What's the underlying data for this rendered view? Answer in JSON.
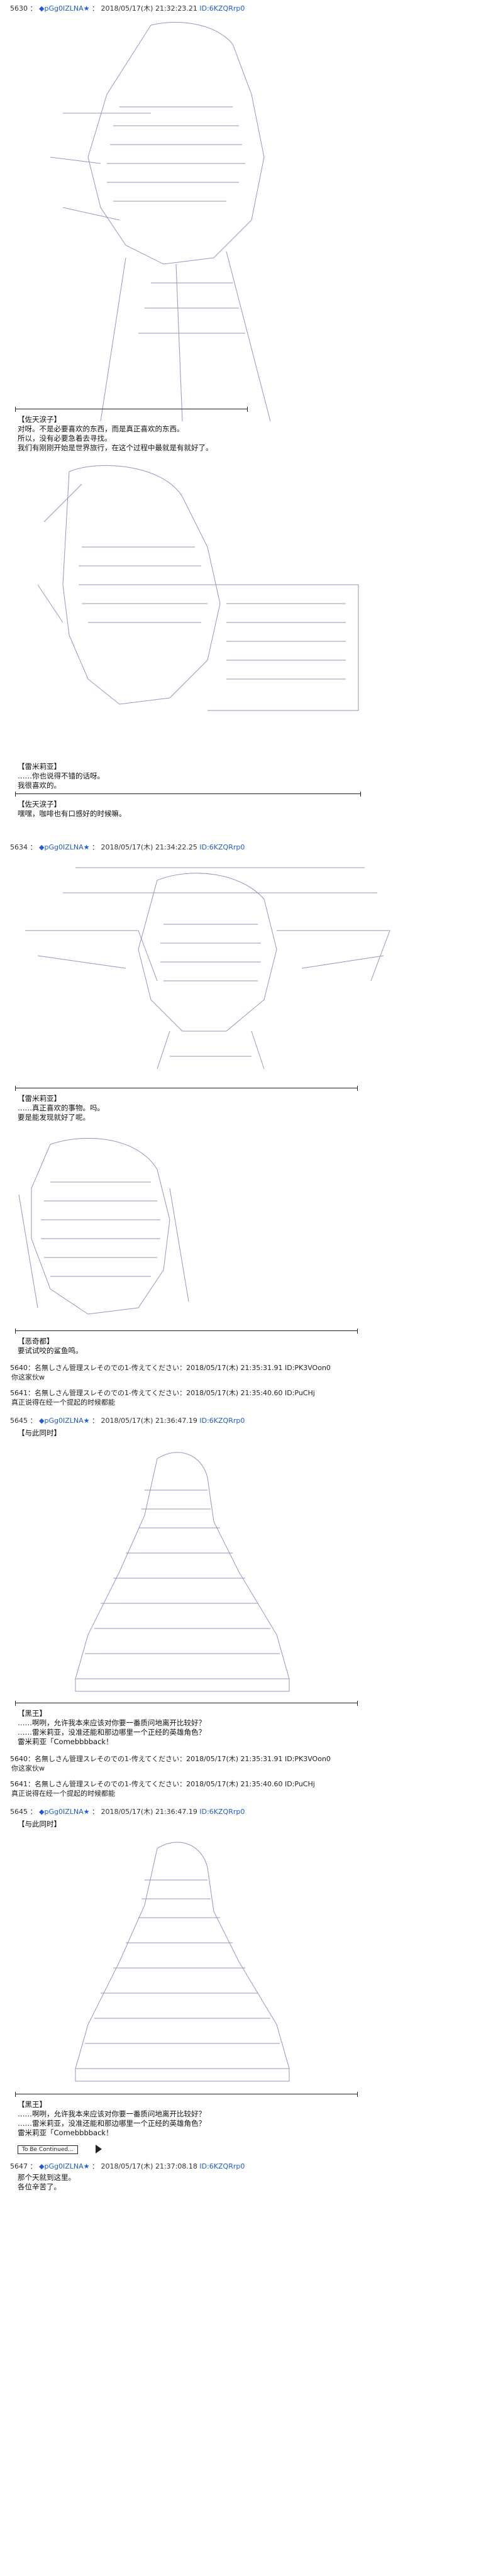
{
  "posts": [
    {
      "num": "5630",
      "name": "◆pGg0IZLNA★",
      "date": "2018/05/17(木) 21:32:23.21",
      "id": "ID:6KZQRrp0"
    },
    {
      "num": "5634",
      "name": "◆pGg0IZLNA★",
      "date": "2018/05/17(木) 21:34:22.25",
      "id": "ID:6KZQRrp0"
    },
    {
      "num": "5645",
      "name": "◆pGg0IZLNA★",
      "date": "2018/05/17(木) 21:36:47.19",
      "id": "ID:6KZQRrp0"
    },
    {
      "num": "5645",
      "name": "◆pGg0IZLNA★",
      "date": "2018/05/17(木) 21:36:47.19",
      "id": "ID:6KZQRrp0"
    },
    {
      "num": "5647",
      "name": "◆pGg0IZLNA★",
      "date": "2018/05/17(木) 21:37:08.18",
      "id": "ID:6KZQRrp0"
    }
  ],
  "dialogue": {
    "b1_speaker": "【佐天涙子】",
    "b1_l1": "对呀。不是必要喜欢的东西，而是真正喜欢的东西。",
    "b1_l2": "所以，没有必要急着去寻找。",
    "b1_l3": "我们有刚刚开始是世界旅行，在这个过程中最就是有就好了。",
    "b2_speaker": "【雷米莉亚】",
    "b2_l1": "……你也说得不错的话呀。",
    "b2_l2": "我很喜欢的。",
    "b3_speaker": "【佐天涙子】",
    "b3_l1": "嘿嘿，咖啡也有口感好的时候嘛。",
    "b4_speaker": "【雷米莉亚】",
    "b4_l1": "……真正喜欢的事物。吗。",
    "b4_l2": "要是能发现就好了呢。",
    "b5_speaker": "【恶奇都】",
    "b5_l1": "要试试咬的鲨鱼鸣。",
    "b6_speaker": "【与此同时】",
    "b7_speaker": "【黑王】",
    "b7_l1": "……啊咧，允许我本来应该对你要一番质问地离开比较好？",
    "b7_l2": "……雷米莉亚，没准还能和那边哪里一个正经的英雄角色？",
    "b7_l3": "雷米莉亚「Comebbbback！",
    "b8_speaker": "【与此同时】",
    "b9_speaker": "【黑王】",
    "b9_l1": "……啊咧，允许我本来应该对你要一番质问地离开比较好？",
    "b9_l2": "……雷米莉亚，没准还能和那边哪里一个正经的英雄角色？",
    "b9_l3": "雷米莉亚「Comebbbback！",
    "end_l1": "那个天就到这里。",
    "end_l2": "各位辛苦了。",
    "tbc": "To Be Continued..."
  },
  "replies": [
    {
      "line": "5640：名無しさん管理スレそのでの1-传えてください：2018/05/17(木) 21:35:31.91 ID:PK3VOon0",
      "sub": "你这家伙w"
    },
    {
      "line": "5641：名無しさん管理スレそのでの1-传えてください：2018/05/17(木) 21:35:40.60 ID:PuCHj",
      "sub": "真正说得在经一个提起的时候都能"
    },
    {
      "line": "5640：名無しさん管理スレそのでの1-传えてください：2018/05/17(木) 21:35:31.91 ID:PK3VOon0",
      "sub": "你这家伙w"
    },
    {
      "line": "5641：名無しさん管理スレそのでの1-传えてください：2018/05/17(木) 21:35:40.60 ID:PuCHj",
      "sub": "真正说得在经一个提起的时候都能"
    }
  ],
  "colors": {
    "name": "#1e5bd8",
    "text": "#222222",
    "line": "#222222",
    "art": "#8a7fb8"
  }
}
